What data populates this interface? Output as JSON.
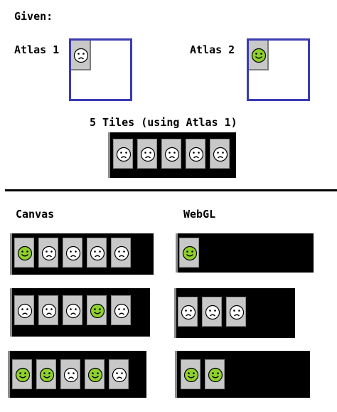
{
  "header": {
    "given": "Given:"
  },
  "atlas1": {
    "label": "Atlas 1",
    "face": "sad"
  },
  "atlas2": {
    "label": "Atlas 2",
    "face": "happy"
  },
  "tiles_demo": {
    "label": "5 Tiles (using Atlas 1)",
    "faces": [
      "sad",
      "sad",
      "sad",
      "sad",
      "sad"
    ]
  },
  "sections": {
    "canvas": "Canvas",
    "webgl": "WebGL"
  },
  "canvas_rows": [
    [
      "happy",
      "sad",
      "sad",
      "sad",
      "sad"
    ],
    [
      "sad",
      "sad",
      "sad",
      "happy",
      "sad"
    ],
    [
      "happy",
      "happy",
      "sad",
      "happy",
      "sad"
    ]
  ],
  "webgl_rows": [
    [
      "happy"
    ],
    [
      "sad",
      "sad",
      "sad"
    ],
    [
      "happy",
      "happy"
    ]
  ],
  "colors": {
    "atlas_border": "#3b3bb4",
    "tile_gray": "#c8c8c8",
    "happy_face": "#8fd12c",
    "sad_face": "#ffffff"
  }
}
